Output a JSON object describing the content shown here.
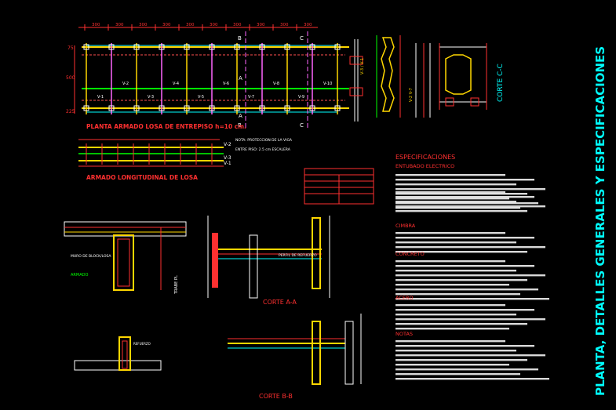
{
  "title": "PLANTA, DETALLES GENERALES Y ESPECIFICACIONES",
  "plan": {
    "caption": "PLANTA ARMADO LOSA DE ENTREPISO h=10 cm.",
    "dims_top": [
      "300",
      "300",
      "300",
      "300",
      "300",
      "300",
      "300",
      "300",
      "300",
      "300"
    ],
    "dims_left": [
      "75",
      "500",
      "225"
    ],
    "beam_labels": [
      "V-1",
      "V-2",
      "V-3",
      "V-4",
      "V-5",
      "V-6",
      "V-7",
      "V-8",
      "V-9",
      "V-10"
    ],
    "section_marks": [
      "B",
      "B",
      "C",
      "C",
      "A",
      "A"
    ],
    "notes": [
      "NOTA: PROTECCION DE LA VIGA",
      "ENTRE PISO: 2.5 cm ESCALERA"
    ]
  },
  "long_detail": {
    "caption": "ARMADO LONGITUDINAL DE LOSA",
    "labels": [
      "V-2",
      "V-3",
      "V-1"
    ]
  },
  "section_aa": {
    "caption": "CORTE A-A"
  },
  "section_bb": {
    "caption": "CORTE B-B"
  },
  "section_cc": {
    "caption": "CORTE C-C"
  },
  "specs": {
    "heading": "ESPECIFICACIONES",
    "sub_electrical": "ENTUBADO ELECTRICO",
    "sub_cimbra": "CIMBRA",
    "sub_concreto": "CONCRETO",
    "sub_acero": "ACERO",
    "sub_notas": "NOTAS"
  }
}
